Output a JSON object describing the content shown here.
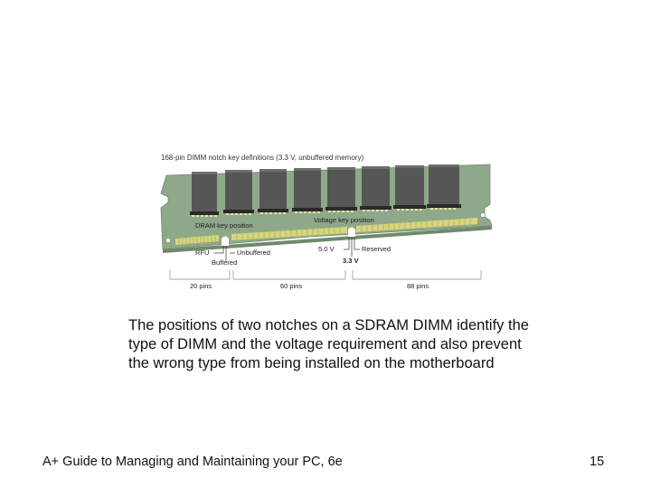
{
  "slide": {
    "background": "#ffffff"
  },
  "figure": {
    "title": "168-pin DIMM notch key definitions (3.3 V, unbuffered memory)",
    "labels": {
      "dram_key_position": "DRAM key position",
      "voltage_key_position": "Voltage key position",
      "rfu": "RFU",
      "unbuffered": "Unbuffered",
      "buffered": "Buffered",
      "v5": "5.0 V",
      "reserved": "Reserved",
      "v33": "3.3 V"
    },
    "pin_segments": [
      {
        "label": "20 pins",
        "count": 20
      },
      {
        "label": "60 pins",
        "count": 60
      },
      {
        "label": "88 pins",
        "count": 88
      }
    ],
    "chip_count": 8,
    "colors": {
      "board": "#8fa88a",
      "board_edge": "#6f8a6b",
      "chip": "#555555",
      "chip_top": "#6a6a6a",
      "contacts": "#d8d67a",
      "chip_pins": "#e6e4a0"
    }
  },
  "caption": {
    "text": "The positions of two notches on a SDRAM DIMM identify the type of DIMM and the voltage requirement and also prevent the wrong type from being installed on the motherboard"
  },
  "footer": {
    "title": "A+ Guide to Managing and Maintaining your PC, 6e",
    "page_number": "15"
  }
}
